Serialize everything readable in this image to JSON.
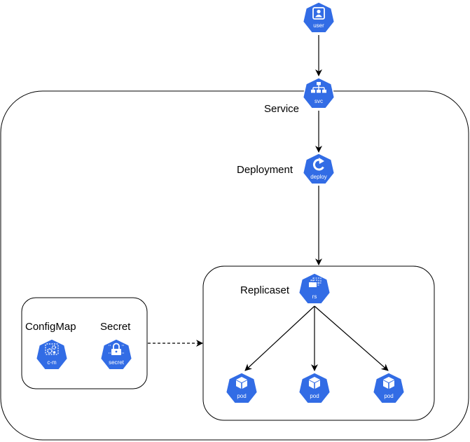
{
  "colors": {
    "k8s_blue": "#326ce5",
    "line": "#000000",
    "background": "#ffffff"
  },
  "icons": {
    "user": {
      "label": "user",
      "symbol": "user-icon"
    },
    "svc": {
      "label": "svc",
      "symbol": "network-tree-icon"
    },
    "deploy": {
      "label": "deploy",
      "symbol": "rotate-arrow-icon"
    },
    "rs": {
      "label": "rs",
      "symbol": "stacked-rectangles-icon"
    },
    "cm": {
      "label": "c-m",
      "symbol": "gears-icon"
    },
    "secret": {
      "label": "secret",
      "symbol": "padlock-icon"
    },
    "pods": [
      {
        "label": "pod",
        "symbol": "cube-icon"
      },
      {
        "label": "pod",
        "symbol": "cube-icon"
      },
      {
        "label": "pod",
        "symbol": "cube-icon"
      }
    ]
  },
  "labels": {
    "service": "Service",
    "deployment": "Deployment",
    "replicaset": "Replicaset",
    "configmap": "ConfigMap",
    "secret": "Secret"
  }
}
